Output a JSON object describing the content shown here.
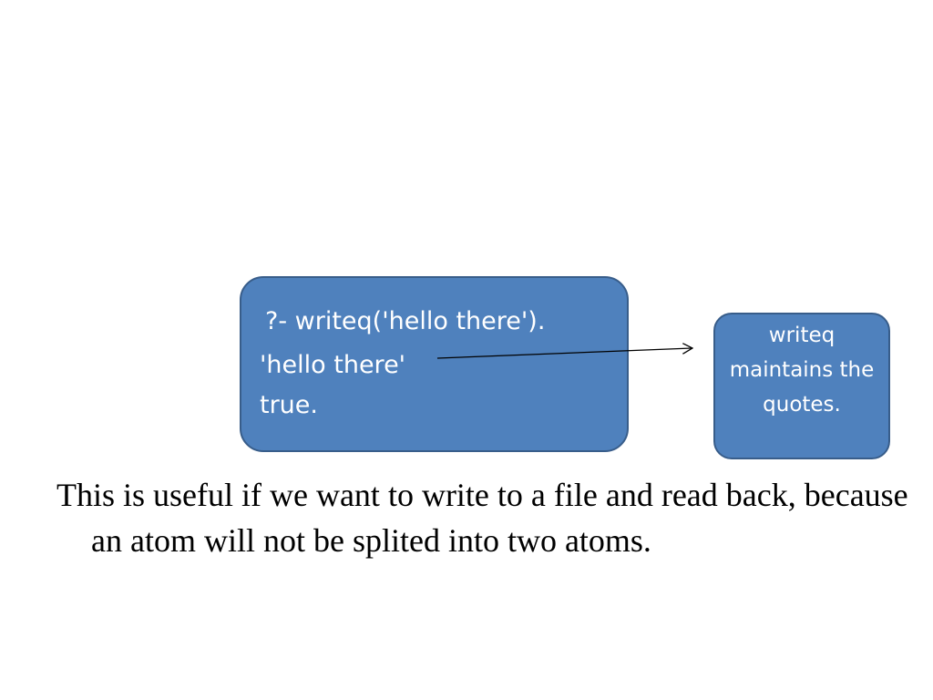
{
  "code_callout": {
    "line1": "?- writeq('hello there').",
    "line2": "'hello there'",
    "line3": "true."
  },
  "note_callout": {
    "text": "writeq maintains the quotes."
  },
  "body_text": "This is useful if we want to write to a file and read back, because an atom will not be splited into two atoms.",
  "colors": {
    "box_fill": "#4f81bd",
    "box_border": "#385d8a",
    "text_on_box": "#ffffff",
    "body_text": "#000000"
  }
}
